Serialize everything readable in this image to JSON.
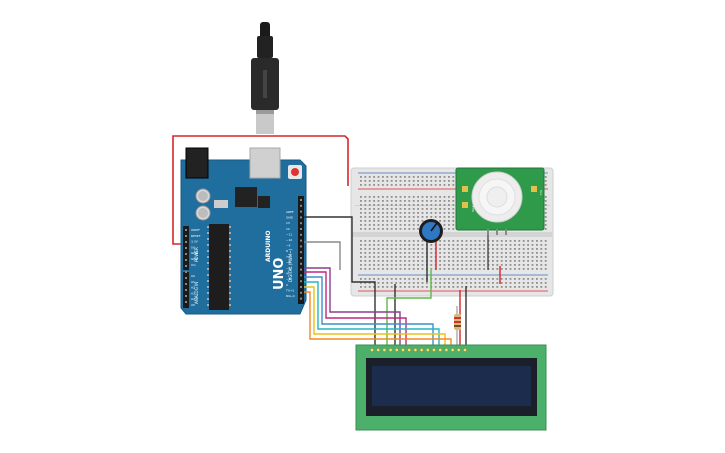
{
  "arduino": {
    "logo_text": "ARDUINO",
    "model_text": "UNO",
    "digital_header_text": "DIGITAL (PWM~)",
    "analog_header_text": "ANALOG IN",
    "power_header_text": "POWER",
    "pin_labels_top": [
      "AREF",
      "GND",
      "13",
      "12",
      "~11",
      "~10",
      "~9",
      "8",
      "7",
      "~6",
      "~5",
      "4",
      "~3",
      "2",
      "TX→1",
      "RX←0"
    ],
    "pin_labels_power": [
      "IOREF",
      "RESET",
      "3.3V",
      "5V",
      "GND",
      "GND",
      "Vin"
    ],
    "pin_labels_analog": [
      "A0",
      "A1",
      "A2",
      "A3",
      "A4",
      "A5"
    ]
  },
  "pir_sensor": {
    "label_left": "Vout",
    "label_right": "Vcc"
  },
  "colors": {
    "board_blue": "#1f6e9e",
    "breadboard": "#eaeaea",
    "lcd_green": "#4caf6a",
    "lcd_screen": "#1c2c4c",
    "pir_green": "#2e9a4a",
    "wire_red": "#d6262b",
    "wire_black": "#333333",
    "wire_green": "#5fb846",
    "wire_purple": "#8b3d8e",
    "wire_magenta": "#c2277f",
    "wire_blue": "#3d8fd1",
    "wire_cyan": "#26b5c5",
    "wire_yellow": "#e8c21c",
    "wire_orange": "#ef8a20"
  }
}
